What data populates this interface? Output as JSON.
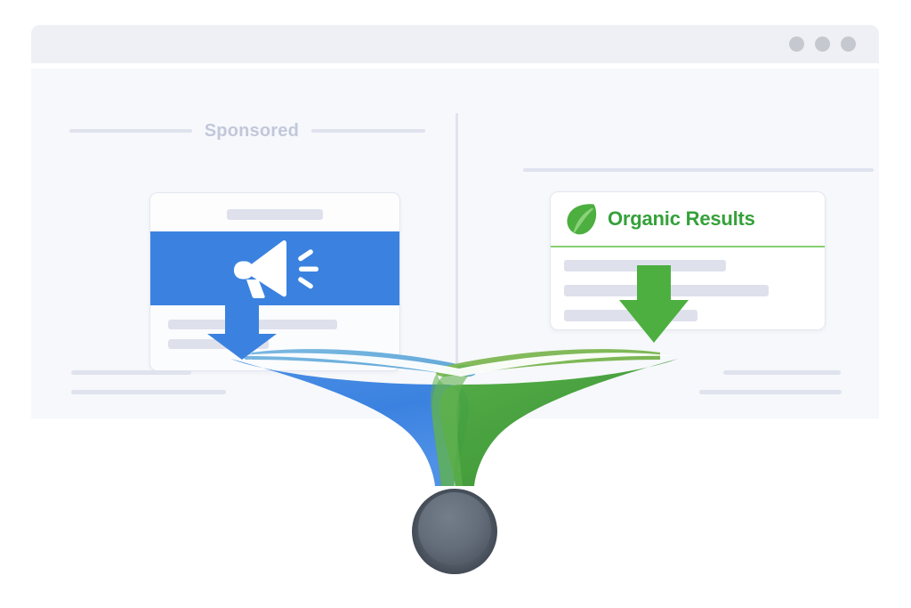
{
  "window": {
    "dots": [
      "window-dot-1",
      "window-dot-2",
      "window-dot-3"
    ]
  },
  "left_panel": {
    "header_label": "Sponsored",
    "ad_card": {
      "title_placeholder": "",
      "banner_icon": "megaphone-icon",
      "body_lines": [
        "",
        ""
      ]
    },
    "arrow": {
      "name": "blue-down-arrow",
      "color": "#3b82e0"
    },
    "footer_lines": [
      "",
      ""
    ]
  },
  "right_panel": {
    "organic_card": {
      "icon": "leaf-icon",
      "title": "Organic Results",
      "body_lines": [
        "",
        "",
        ""
      ]
    },
    "arrow": {
      "name": "green-down-arrow",
      "color": "#4caf3f"
    },
    "footer_lines": [
      "",
      ""
    ]
  },
  "funnel": {
    "left_lobe_label": "paid-traffic-lobe",
    "right_lobe_label": "organic-traffic-lobe",
    "outlet_label": "combined-traffic-sphere",
    "colors": {
      "blue_outer": "#3b82e0",
      "blue_inner": "#6badda",
      "green_outer": "#46a03a",
      "green_inner": "#7db84f",
      "sphere": "#5d6673",
      "sphere_highlight": "#6d7783"
    }
  },
  "theme": {
    "page_background": "#ffffff",
    "panel_background": "#f6f8fb",
    "titlebar_background": "#eef0f5",
    "placeholder_gray": "#dee1ec",
    "rule_gray": "#dfe3ee",
    "sponsored_text": "#c2c8da",
    "organic_text": "#35a13a"
  }
}
